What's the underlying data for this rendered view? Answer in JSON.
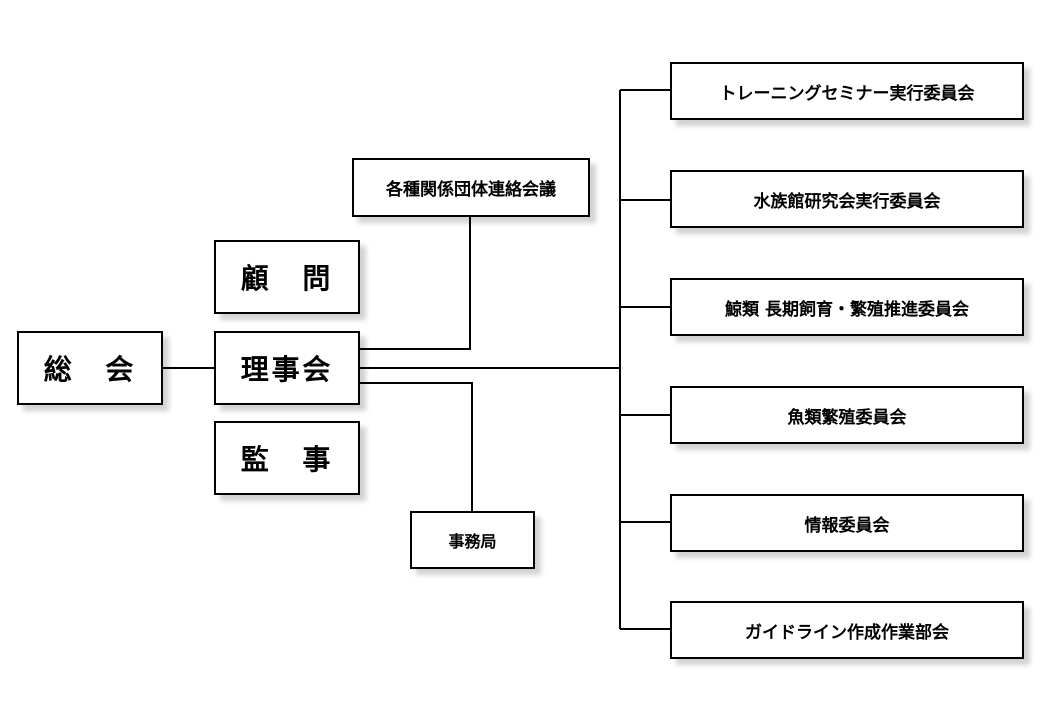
{
  "nodes": {
    "soukai": "総　会",
    "komon": "顧　問",
    "rijikai": "理事会",
    "kanji": "監　事",
    "renraku": "各種関係団体連絡会議",
    "jimukyoku": "事務局"
  },
  "committees": [
    "トレーニングセミナー実行委員会",
    "水族館研究会実行委員会",
    "鯨類 長期飼育・繁殖推進委員会",
    "魚類繁殖委員会",
    "情報委員会",
    "ガイドライン作成作業部会"
  ]
}
